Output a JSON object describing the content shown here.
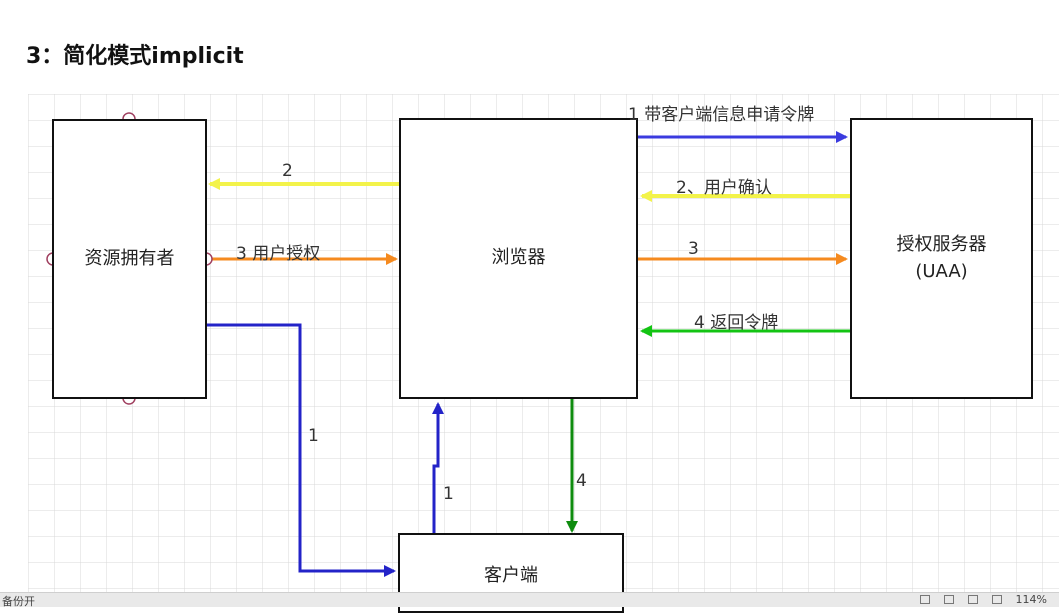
{
  "title": "3：简化模式implicit",
  "nodes": {
    "resource_owner": "资源拥有者",
    "browser": "浏览器",
    "auth_server_line1": "授权服务器",
    "auth_server_line2": "(UAA)",
    "client": "客户端"
  },
  "edges": {
    "browser_to_auth_1": "1 带客户端信息申请令牌",
    "browser_to_owner_2": "2",
    "auth_to_browser_2": "2、用户确认",
    "owner_to_browser_3": "3 用户授权",
    "browser_to_auth_3": "3",
    "auth_to_browser_4": "4 返回令牌",
    "owner_to_client_1": "1",
    "client_to_browser_1": "1",
    "browser_to_client_4": "4"
  },
  "colors": {
    "blue": "#3b3bdf",
    "yellow": "#f3f34a",
    "orange": "#f58a1f",
    "green": "#13c413",
    "dark_green": "#0f8c0f",
    "navy": "#2323c8"
  },
  "statusbar": {
    "left_text": "备份开",
    "zoom": "114%"
  }
}
